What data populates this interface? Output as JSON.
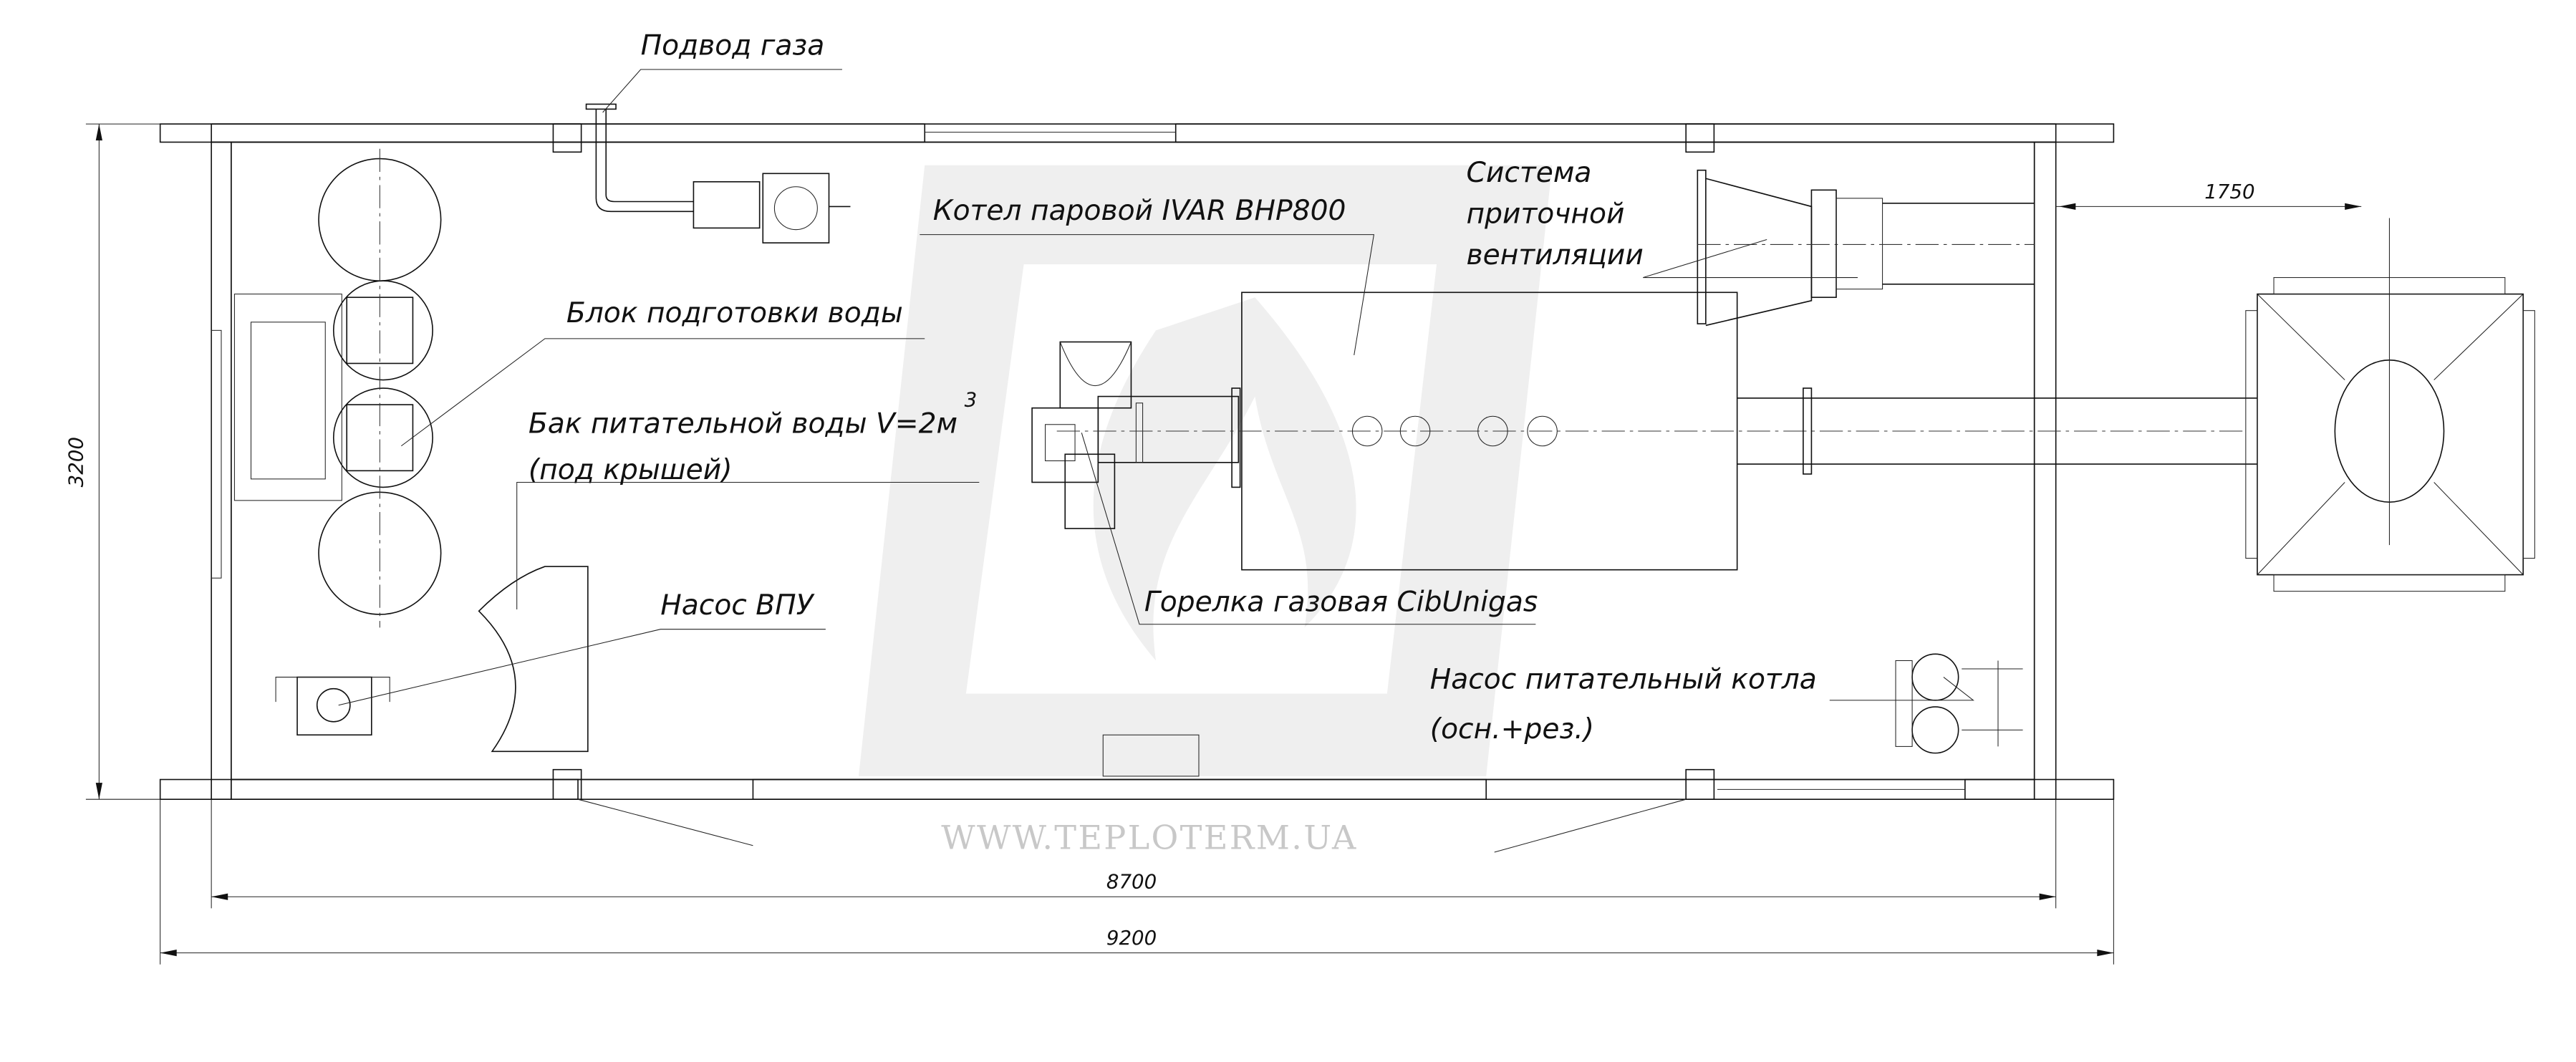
{
  "drawing": {
    "labels": {
      "gas_supply": "Подвод газа",
      "boiler": "Котел паровой IVAR BHP800",
      "ventilation_1": "Система",
      "ventilation_2": "приточной",
      "ventilation_3": "вентиляции",
      "water_treatment": "Блок подготовки воды",
      "feed_tank_1": "Бак питательной воды V=2м",
      "feed_tank_sup": "3",
      "feed_tank_2": "(под крышей)",
      "burner": "Горелка газовая CibUnigas",
      "wtu_pump": "Насос ВПУ",
      "feed_pump_1": "Насос питательный котла",
      "feed_pump_2": "(осн.+рез.)"
    },
    "dimensions": {
      "height": "3200",
      "inner_length": "8700",
      "outer_length": "9200",
      "chimney_offset": "1750"
    },
    "watermark": "WWW.TEPLOTERM.UA",
    "colors": {
      "line": "#111111",
      "watermark": "#c8c8c8",
      "logo": "#efefef"
    }
  }
}
